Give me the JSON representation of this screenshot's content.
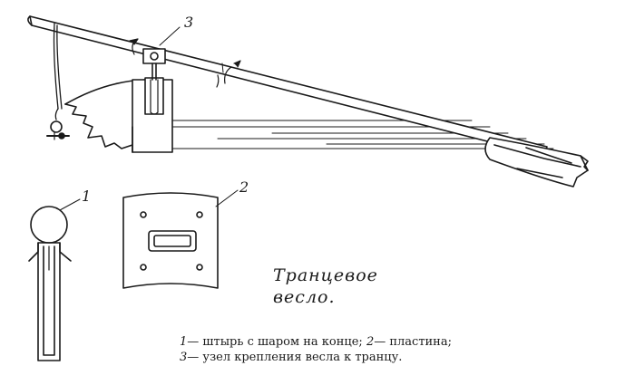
{
  "labels": {
    "l1": "1",
    "l2": "2",
    "l3": "3"
  },
  "caption": {
    "title_line1": "Транцевое",
    "title_line2": "весло."
  },
  "legend": [
    {
      "num": "1",
      "text": "— штырь с шаром на конце;"
    },
    {
      "num": "2",
      "text": "— пластина;"
    },
    {
      "num": "3",
      "text": "— узел крепления весла к транцу."
    }
  ]
}
